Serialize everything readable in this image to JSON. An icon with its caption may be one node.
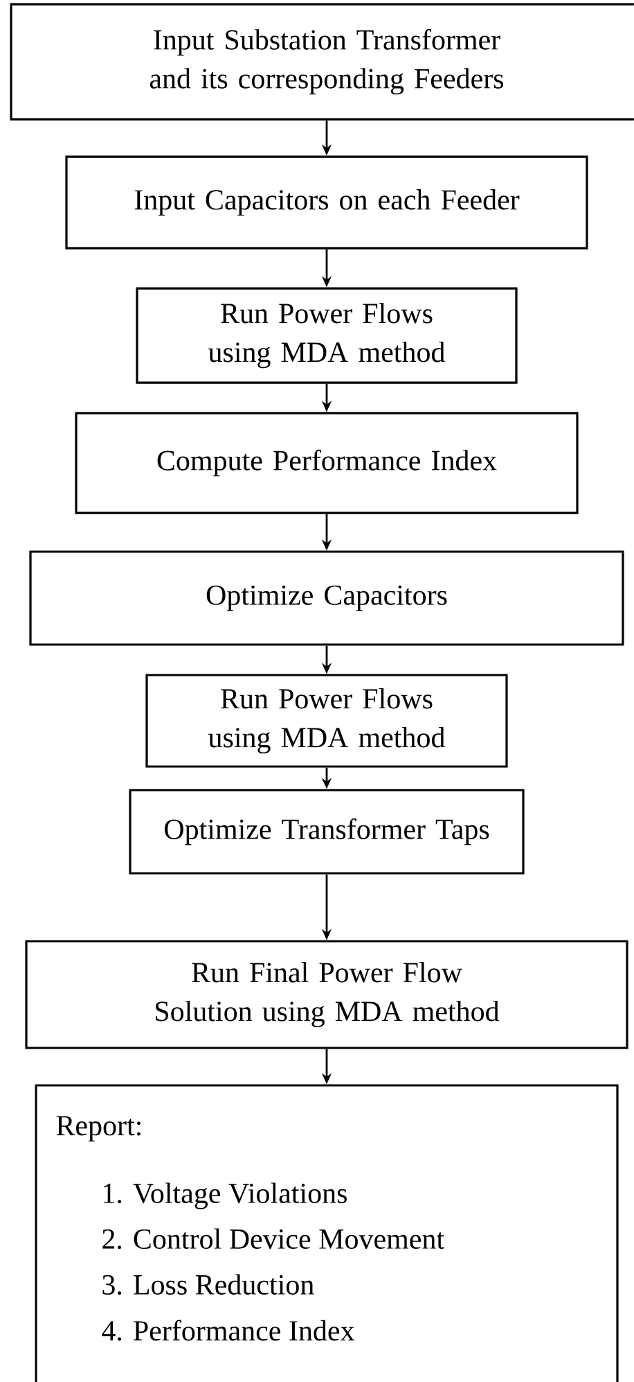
{
  "diagram": {
    "nodes": [
      {
        "text": [
          "Input Substation Transformer and its corresponding Feeders"
        ]
      },
      {
        "text": [
          "Input Capacitors on each Feeder"
        ]
      },
      {
        "text": [
          "Run Power Flows using MDA method"
        ]
      },
      {
        "text": [
          "Compute Performance Index"
        ]
      },
      {
        "text": [
          "Optimize Capacitors"
        ]
      },
      {
        "text": [
          "Run Power Flows using MDA method"
        ]
      },
      {
        "text": [
          "Optimize Transformer Taps"
        ]
      },
      {
        "text": [
          "Run Final Power Flow Solution using MDA method"
        ]
      },
      {
        "text": [
          "Report:",
          "1. Voltage Violations",
          "2. Control Device Movement",
          "3. Loss Reduction",
          "4. Performance Index"
        ]
      }
    ],
    "edges": [
      {
        "from": 0,
        "to": 1,
        "arrow": "to"
      },
      {
        "from": 1,
        "to": 2,
        "arrow": "to"
      },
      {
        "from": 2,
        "to": 3,
        "arrow": "to"
      },
      {
        "from": 3,
        "to": 4,
        "arrow": "to"
      },
      {
        "from": 4,
        "to": 5,
        "arrow": "to"
      },
      {
        "from": 5,
        "to": 6,
        "arrow": "to"
      },
      {
        "from": 6,
        "to": 7,
        "arrow": "to"
      },
      {
        "from": 7,
        "to": 8,
        "arrow": "to"
      }
    ]
  }
}
